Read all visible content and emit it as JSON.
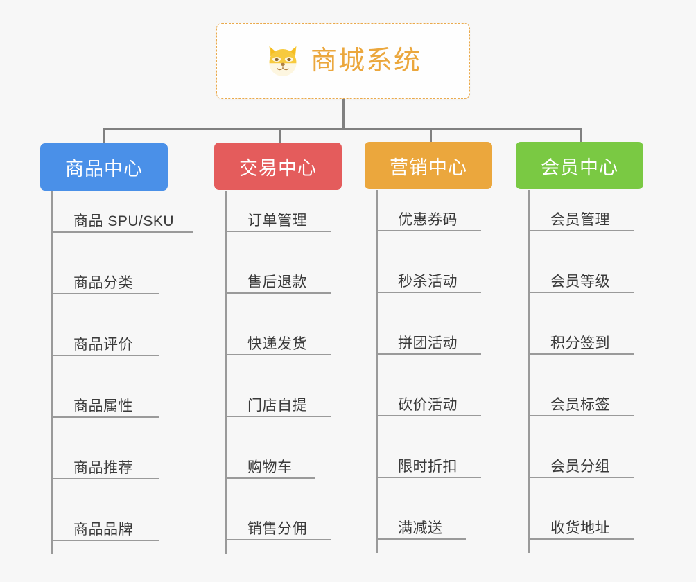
{
  "diagram": {
    "type": "organization-tree",
    "background_color": "#f7f7f7",
    "connector_color": "#808080",
    "root": {
      "title": "商城系统",
      "icon": "shiba-dog-face-icon",
      "border_color": "#eaa94a",
      "text_color": "#eba73d",
      "background_color": "#fefefe"
    },
    "branches": [
      {
        "id": "product-center",
        "label": "商品中心",
        "color": "#4a90e8",
        "items": [
          "商品 SPU/SKU",
          "商品分类",
          "商品评价",
          "商品属性",
          "商品推荐",
          "商品品牌"
        ]
      },
      {
        "id": "trade-center",
        "label": "交易中心",
        "color": "#e45c5c",
        "items": [
          "订单管理",
          "售后退款",
          "快递发货",
          "门店自提",
          "购物车",
          "销售分佣"
        ]
      },
      {
        "id": "marketing-center",
        "label": "营销中心",
        "color": "#eba73d",
        "items": [
          "优惠券码",
          "秒杀活动",
          "拼团活动",
          "砍价活动",
          "限时折扣",
          "满减送"
        ]
      },
      {
        "id": "member-center",
        "label": "会员中心",
        "color": "#7ac943",
        "items": [
          "会员管理",
          "会员等级",
          "积分签到",
          "会员标签",
          "会员分组",
          "收货地址"
        ]
      }
    ]
  }
}
